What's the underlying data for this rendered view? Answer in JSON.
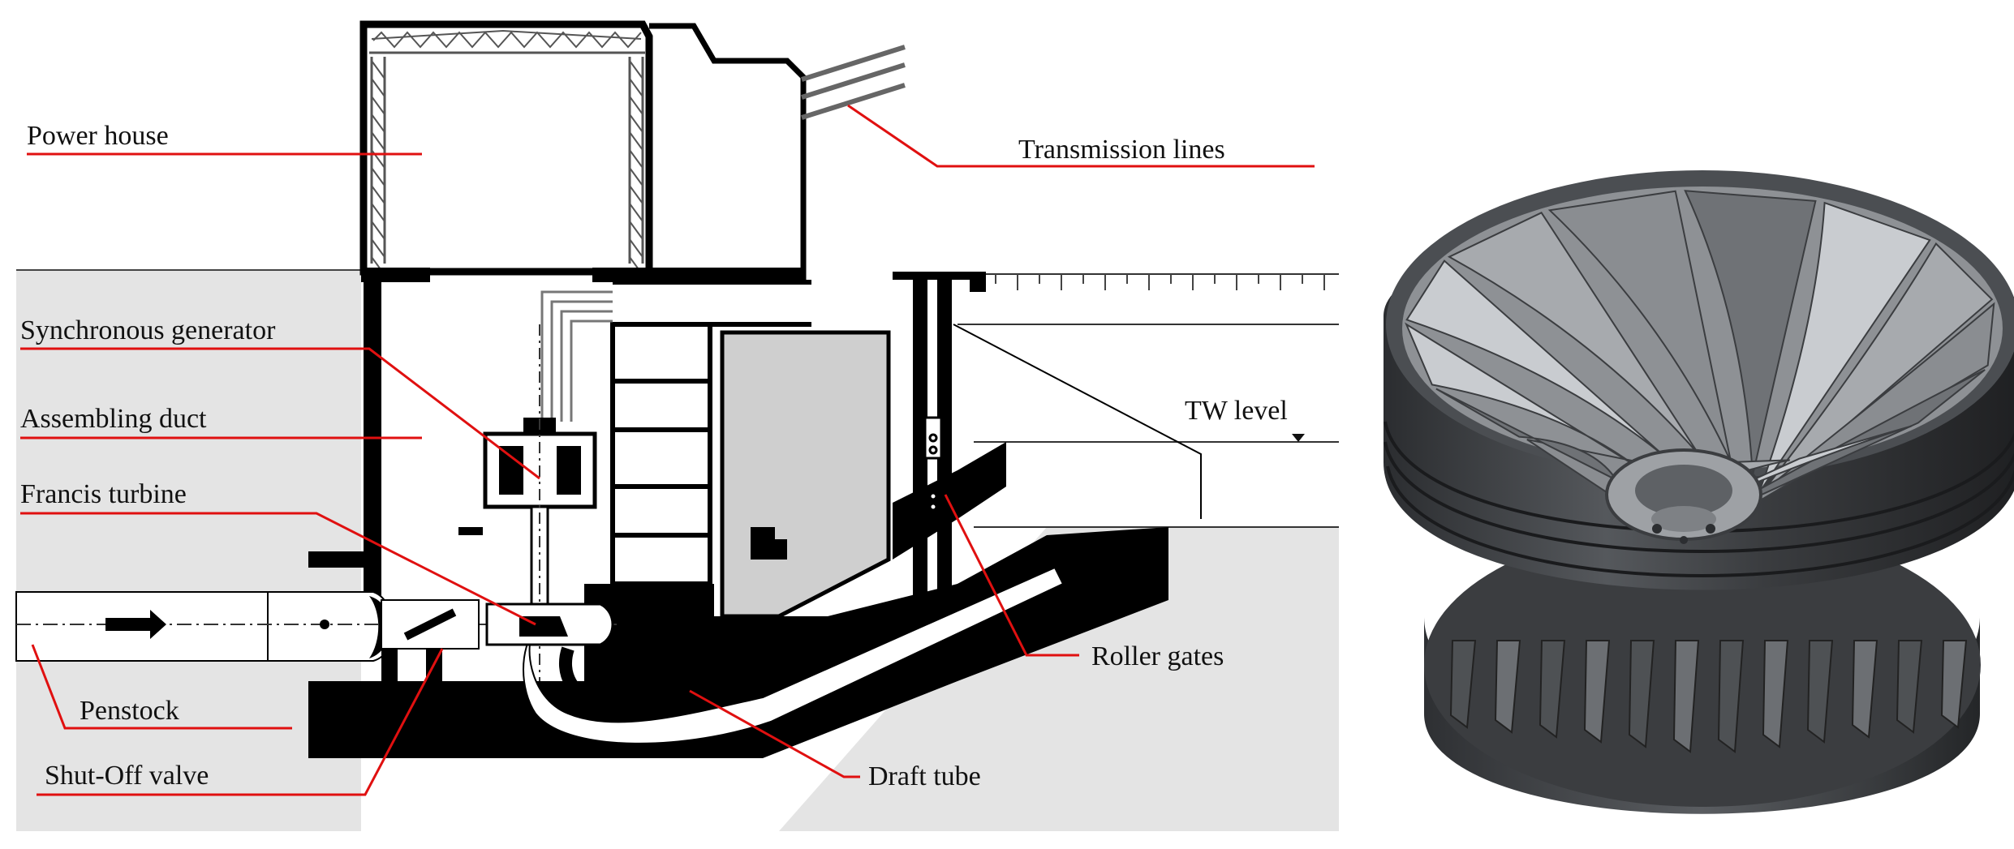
{
  "labels": {
    "power_house": "Power house",
    "transmission_lines": "Transmission lines",
    "synchronous_generator": "Synchronous generator",
    "assembling_duct": "Assembling duct",
    "tw_level": "TW level",
    "francis_turbine": "Francis turbine",
    "roller_gates": "Roller gates",
    "penstock": "Penstock",
    "shut_off_valve": "Shut-Off valve",
    "draft_tube": "Draft tube"
  },
  "colors": {
    "leader_line": "#e01010",
    "concrete": "#000000",
    "ground": "#e4e4e4",
    "water_body": "#cccccc",
    "runner_dark": "#3a3c3f",
    "runner_mid": "#6d7073",
    "runner_light": "#b9bcbf"
  }
}
